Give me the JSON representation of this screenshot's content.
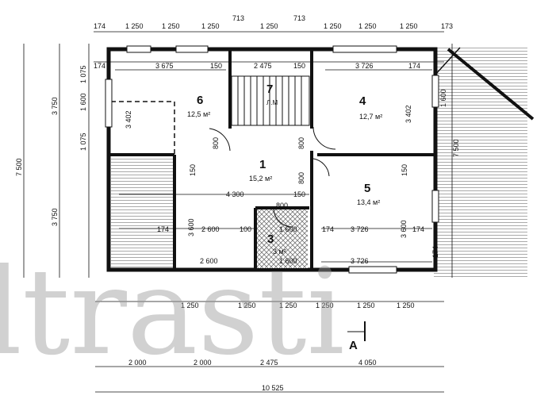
{
  "top_dims_row1": [
    "174",
    "1 250",
    "1 250",
    "1 250",
    "713",
    "1 250",
    "1 250",
    "1 250",
    "1 250",
    "173"
  ],
  "top_dims_row1_extra": "713",
  "top_dims_row2": [
    "174",
    "3 675",
    "150",
    "2 475",
    "150",
    "3 726",
    "174"
  ],
  "left_dims": [
    "1 075",
    "1 600",
    "1 075"
  ],
  "left_dims_outer": [
    "3 750",
    "7 500",
    "3 750"
  ],
  "right_dims": [
    "1 600",
    "7 500"
  ],
  "rooms": [
    {
      "num": "1",
      "area": "15,2 м²"
    },
    {
      "num": "3",
      "area": "3 м²"
    },
    {
      "num": "4",
      "area": "12,7 м²"
    },
    {
      "num": "5",
      "area": "13,4 м²"
    },
    {
      "num": "6",
      "area": "12,5 м²"
    },
    {
      "num": "7",
      "area": "Л.М"
    }
  ],
  "interior_dims": {
    "d3402a": "3 402",
    "d3402b": "3 402",
    "d4300": "4 300",
    "d150a": "150",
    "d150b": "150",
    "d150c": "150",
    "d150d": "150",
    "d174a": "174",
    "d174b": "174",
    "d174c": "174",
    "d174d": "174",
    "d2600a": "2 600",
    "d2600b": "2 600",
    "d100": "100",
    "d1600a": "1 600",
    "d1600b": "1 600",
    "d3726a": "3 726",
    "d3726b": "3 726",
    "d3600a": "3 600",
    "d3600b": "3 600",
    "d800a": "800",
    "d800b": "800",
    "d800c": "800",
    "d800d": "800"
  },
  "bottom_dims_row1": [
    "1 250",
    "1 250",
    "1 250",
    "1 250",
    "1 250",
    "1 250"
  ],
  "bottom_dims_row2": [
    "2 000",
    "2 000",
    "2 475",
    "4 050"
  ],
  "bottom_total": "10 525",
  "section_mark": "А",
  "watermark": "ltrasti"
}
